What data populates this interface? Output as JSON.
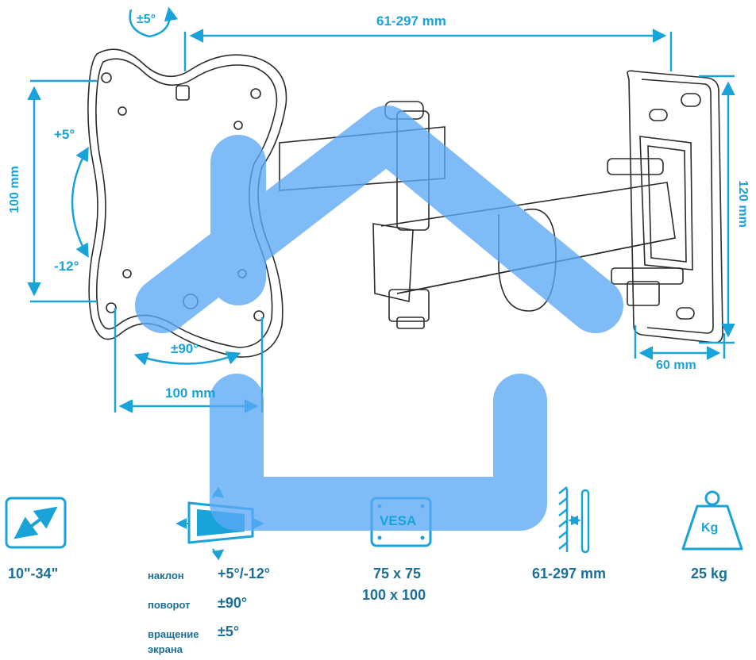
{
  "colors": {
    "accent": "#1aa3d8",
    "label_dark": "#1b6f96",
    "overlay_blue": "#5aa8f5",
    "line_art": "#2b2b2b"
  },
  "diagram": {
    "top_rotation": "±5°",
    "top_width": "61-297 mm",
    "left_height": "100 mm",
    "tilt_up": "+5°",
    "tilt_down": "-12°",
    "swivel": "±90°",
    "bottom_width": "100 mm",
    "wall_plate_height": "120 mm",
    "wall_plate_width": "60 mm"
  },
  "specs": {
    "screen_size": "10\"-34\"",
    "tilt_label": "наклон",
    "tilt_value": "+5°/-12°",
    "swivel_label": "поворот",
    "swivel_value": "±90°",
    "rotation_label_line1": "вращение",
    "rotation_label_line2": "экрана",
    "rotation_value": "±5°",
    "vesa_badge": "VESA",
    "vesa_1": "75 x 75",
    "vesa_2": "100 x 100",
    "distance": "61-297 mm",
    "load_badge": "Kg",
    "load": "25 kg"
  },
  "icons": {
    "screen_size": "diagonal-arrow-icon",
    "tilt": "tilt-swivel-icon",
    "vesa": "vesa-icon",
    "distance": "wall-distance-icon",
    "weight": "weight-icon",
    "overlay": "home-icon"
  }
}
